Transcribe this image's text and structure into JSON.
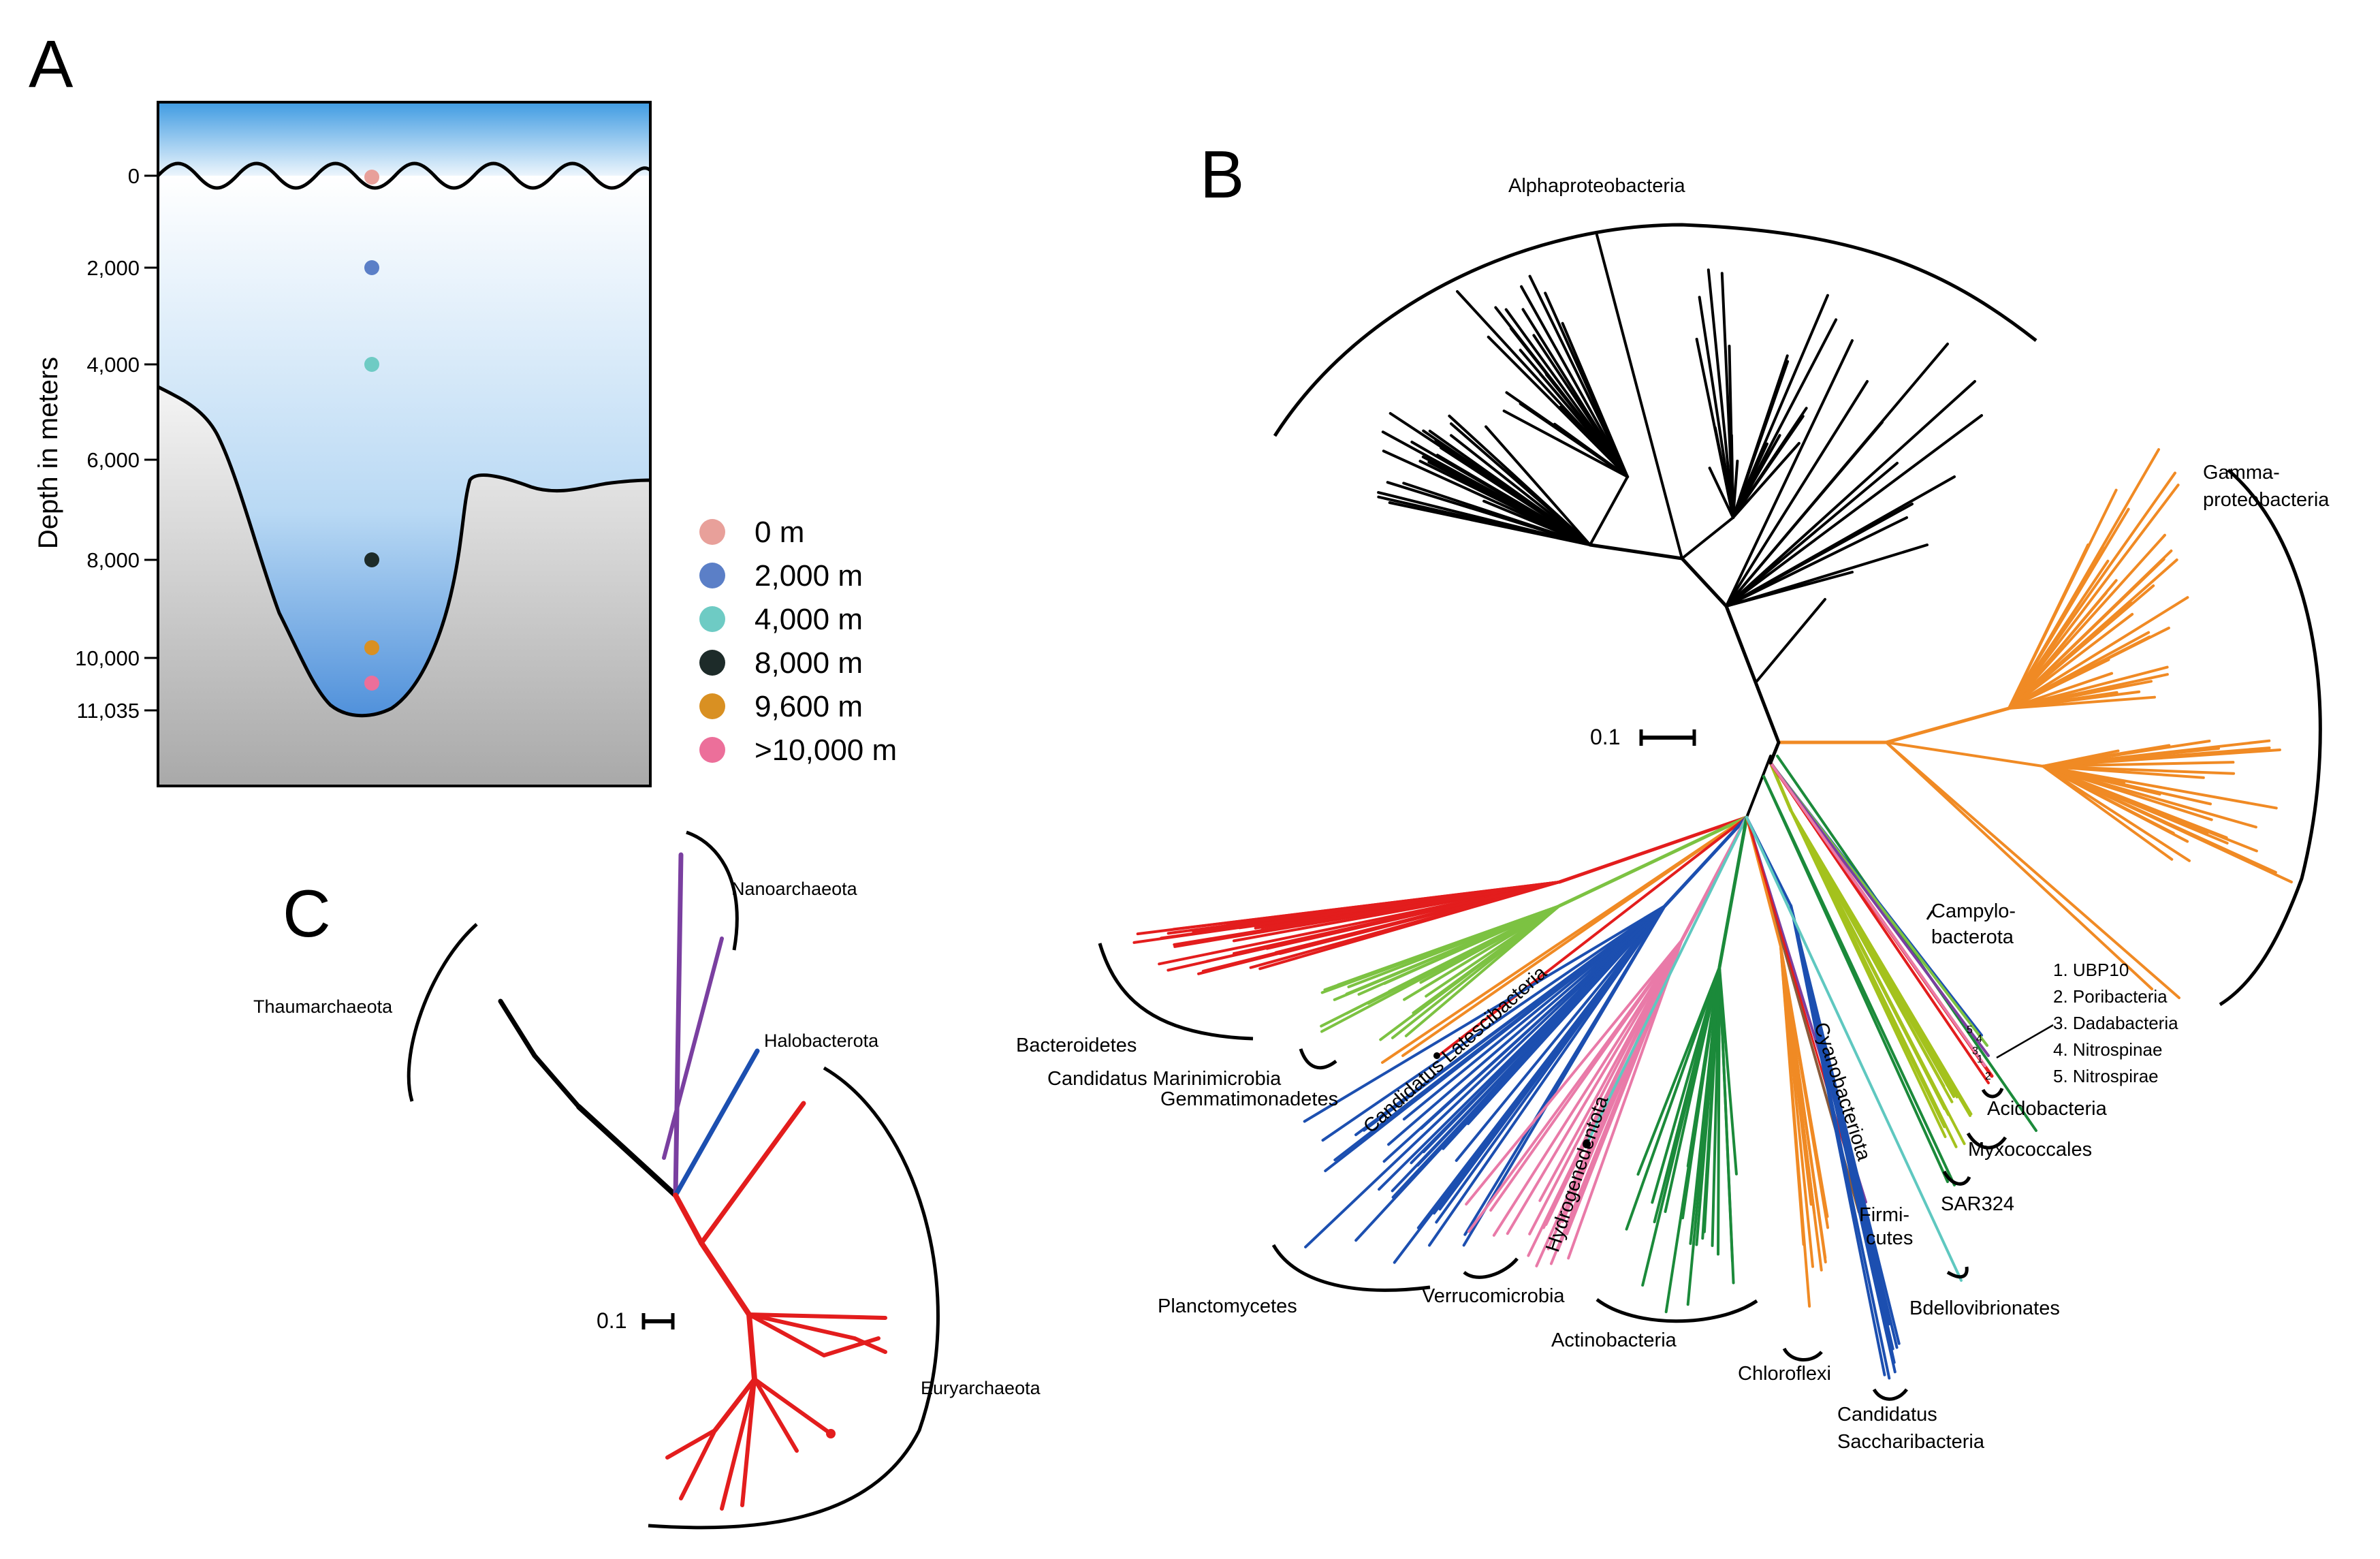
{
  "panels": {
    "a": {
      "letter": "A",
      "axis_title": "Depth in meters",
      "ticks": [
        "0",
        "2,000",
        "4,000",
        "6,000",
        "8,000",
        "10,000",
        "11,035"
      ],
      "legend": [
        {
          "label": "0 m",
          "color": "#e8a09a"
        },
        {
          "label": "2,000 m",
          "color": "#5b7fc7"
        },
        {
          "label": "4,000 m",
          "color": "#6ecbc4"
        },
        {
          "label": "8,000 m",
          "color": "#1d2b29"
        },
        {
          "label": "9,600 m",
          "color": "#d99022"
        },
        {
          "label": ">10,000 m",
          "color": "#ec6f9a"
        }
      ]
    },
    "b": {
      "letter": "B",
      "scale_label": "0.1",
      "clades": {
        "alphaproteobacteria": "Alphaproteobacteria",
        "gamma_1": "Gamma-",
        "gamma_2": "proteobacteria",
        "campylo_1": "Campylo-",
        "campylo_2": "bacterota",
        "bacteroidetes": "Bacteroidetes",
        "marinimicrobia": "Candidatus Marinimicrobia",
        "gemmatimonadetes": "Gemmatimonadetes",
        "latescibacteria": "Candidatus Latescibacteria",
        "hydrogenedentota": "Hydrogenedentota",
        "cyanobacteriota": "Cyanobacteriota",
        "acidobacteria": "Acidobacteria",
        "myxococcales": "Myxococcales",
        "sar324": "SAR324",
        "firmicutes_1": "Firmi-",
        "firmicutes_2": "cutes",
        "bdellovibrionates": "Bdellovibrionates",
        "planctomycetes": "Planctomycetes",
        "verrucomicrobia": "Verrucomicrobia",
        "actinobacteria": "Actinobacteria",
        "chloroflexi": "Chloroflexi",
        "saccharibacteria_1": "Candidatus",
        "saccharibacteria_2": "Saccharibacteria"
      },
      "numbered_key": [
        "1. UBP10",
        "2. Poribacteria",
        "3. Dadabacteria",
        "4. Nitrospinae",
        "5. Nitrospirae"
      ],
      "branch_numbers": [
        "5",
        "4",
        "3",
        "1",
        "2"
      ]
    },
    "c": {
      "letter": "C",
      "scale_label": "0.1",
      "clades": {
        "nanoarchaeota": "Nanoarchaeota",
        "thaumarchaeota": "Thaumarchaeota",
        "halobacterota": "Halobacterota",
        "euryarchaeota": "Euryarchaeota"
      }
    }
  },
  "colors": {
    "alpha": "#000000",
    "gamma": "#f08a24",
    "red": "#e31d1d",
    "green_light": "#7cc242",
    "blue": "#1c4fb0",
    "pink": "#e97aa8",
    "teal": "#5fc8c0",
    "green_dark": "#1b8a3a",
    "purple": "#7a3fa0",
    "yellowgreen": "#a4c21d"
  }
}
